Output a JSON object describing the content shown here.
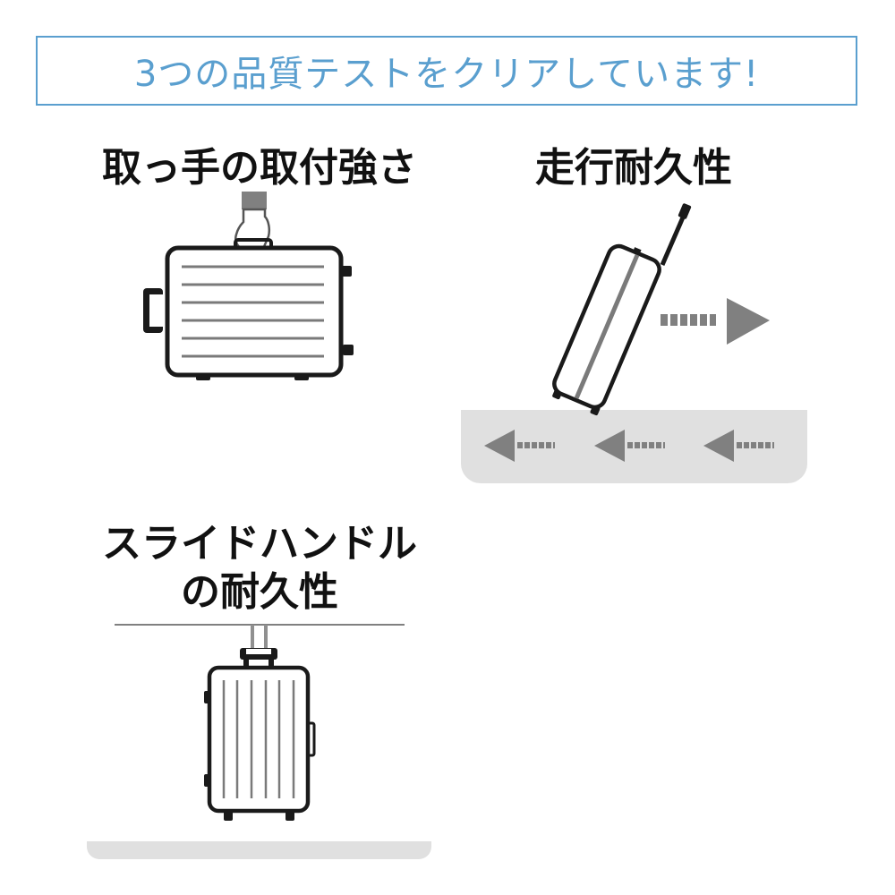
{
  "banner": {
    "text": "3つの品質テストをクリアしています!",
    "color": "#5a9fcf"
  },
  "tests": [
    {
      "title": "取っ手の取付強さ",
      "icon": "suitcase-handle-pull-icon"
    },
    {
      "title": "走行耐久性",
      "icon": "suitcase-rolling-icon"
    },
    {
      "title_line1": "スライドハンドル",
      "title_line2": "の耐久性",
      "icon": "suitcase-hanging-icon"
    }
  ],
  "colors": {
    "outline": "#1a1a1a",
    "stripe": "#7a7a7a",
    "floor": "#e0e0e0",
    "arrow": "#808080"
  }
}
